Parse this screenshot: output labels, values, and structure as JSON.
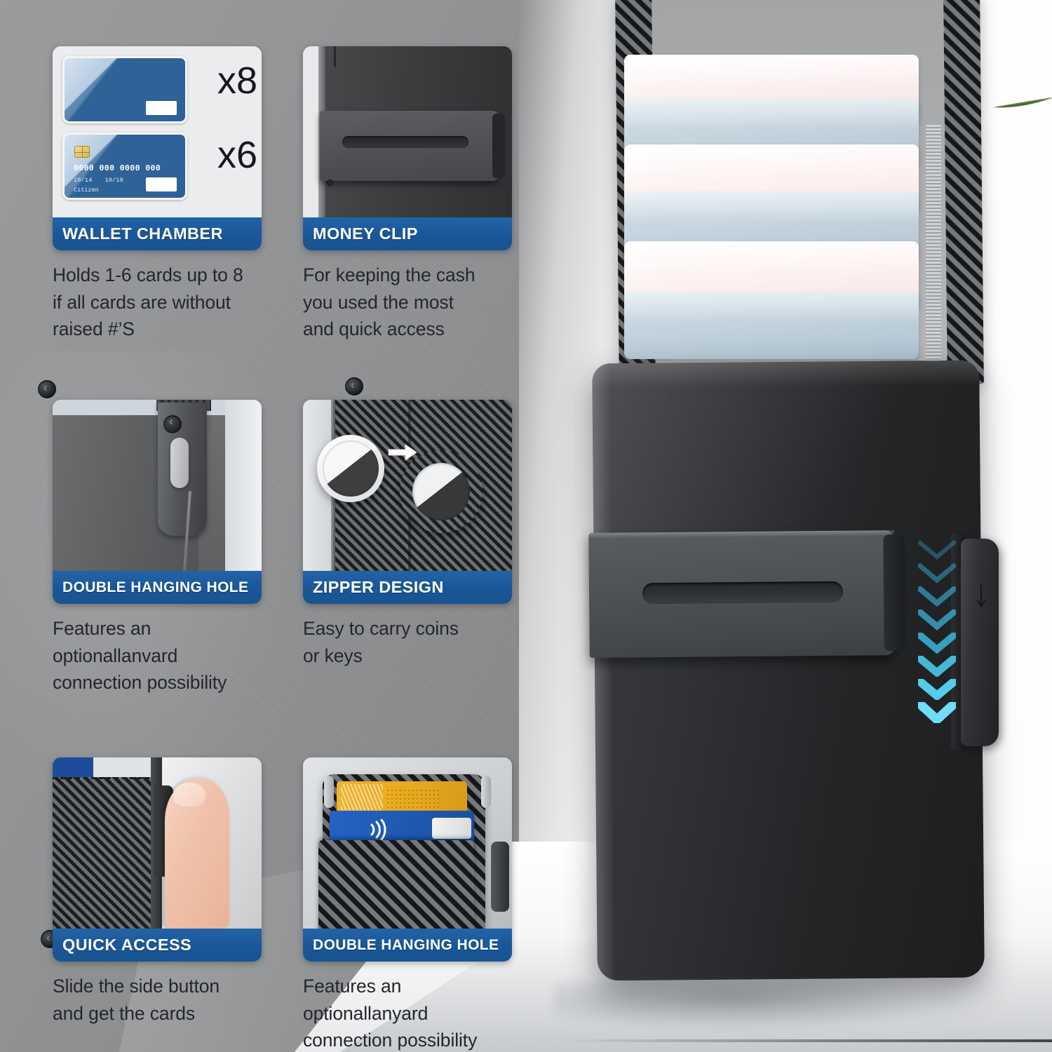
{
  "background": {
    "base_color": "#8d8e90",
    "accent_blue": "#1a5698",
    "chevron_cyan": "#3ec6f0"
  },
  "features": [
    {
      "id": "wallet-chamber",
      "label": "WALLET CHAMBER",
      "description": "Holds 1-6 cards up to 8\n if all cards are without\nraised #’S",
      "thumb": "credit-cards-illustration",
      "card_multipliers": [
        "x8",
        "x6"
      ],
      "card_detail": {
        "number": "0000 000 0000 000",
        "date_left": "10/14",
        "date_right": "10/18",
        "name": "Citizen"
      }
    },
    {
      "id": "money-clip",
      "label": "MONEY CLIP",
      "description": "For keeping the cash\nyou used the most\nand quick access",
      "thumb": "money-clip-photo"
    },
    {
      "id": "double-hanging-hole-top",
      "label": "DOUBLE HANGING HOLE",
      "description": "Features an\noptionallanvard\nconnection possibility",
      "thumb": "hanging-hole-photo"
    },
    {
      "id": "zipper-design",
      "label": "ZIPPER DESIGN",
      "description": "Easy to carry coins\nor keys",
      "thumb": "airtag-zipper-photo"
    },
    {
      "id": "quick-access",
      "label": "QUICK ACCESS",
      "description": "Slide the side button\nand get the cards",
      "thumb": "thumb-slider-photo"
    },
    {
      "id": "double-hanging-hole-bottom",
      "label": "DOUBLE HANGING HOLE",
      "description": "Features an\noptionallanyard\nconnection possibility",
      "thumb": "wallet-with-cards-photo"
    }
  ],
  "hero": {
    "name": "carbon-fiber-wallet-with-fanned-cards",
    "card_colors": [
      "#fbeeef",
      "#c3d2dc",
      "#fdf1f1",
      "#c2d2dd",
      "#fdf0f0",
      "#bfd0dc"
    ],
    "chevron_count": 8,
    "chevron_color": "#3ec6f0",
    "leaf_color": "#4e6a33"
  }
}
